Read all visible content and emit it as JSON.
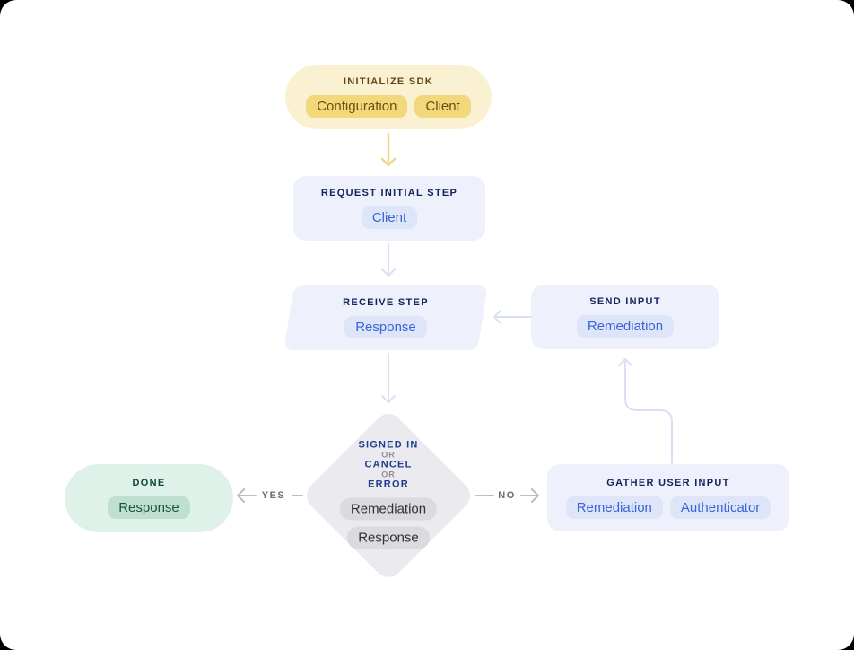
{
  "nodes": {
    "initialize_sdk": {
      "title": "INITIALIZE SDK",
      "badges": [
        "Configuration",
        "Client"
      ]
    },
    "request_initial_step": {
      "title": "REQUEST INITIAL STEP",
      "badges": [
        "Client"
      ]
    },
    "receive_step": {
      "title": "RECEIVE STEP",
      "badges": [
        "Response"
      ]
    },
    "send_input": {
      "title": "SEND INPUT",
      "badges": [
        "Remediation"
      ]
    },
    "decision": {
      "title_lines": [
        "SIGNED IN",
        "OR",
        "CANCEL",
        "OR",
        "ERROR"
      ],
      "badges": [
        "Remediation",
        "Response"
      ]
    },
    "done": {
      "title": "DONE",
      "badges": [
        "Response"
      ]
    },
    "gather_user_input": {
      "title": "GATHER USER INPUT",
      "badges": [
        "Remediation",
        "Authenticator"
      ]
    }
  },
  "edges": [
    {
      "from": "initialize_sdk",
      "to": "request_initial_step",
      "label": ""
    },
    {
      "from": "request_initial_step",
      "to": "receive_step",
      "label": ""
    },
    {
      "from": "receive_step",
      "to": "decision",
      "label": ""
    },
    {
      "from": "decision",
      "to": "done",
      "label": "YES"
    },
    {
      "from": "decision",
      "to": "gather_user_input",
      "label": "NO"
    },
    {
      "from": "gather_user_input",
      "to": "send_input",
      "label": ""
    },
    {
      "from": "send_input",
      "to": "receive_step",
      "label": ""
    }
  ],
  "colors": {
    "surface": "#FFFFFF",
    "yellow_bg": "#FAF1D3",
    "yellow_badge_bg": "#F3D77B",
    "yellow_badge_text": "#66500F",
    "yellow_title": "#5E4A12",
    "yellow_arrow": "#F0D88B",
    "lav_bg": "#EEF1FB",
    "lav_badge_bg": "#DEE5F8",
    "blue_badge_text": "#3565D9",
    "navy_title": "#13235B",
    "lav_arrow": "#D9E0F6",
    "gray_bg": "#EBEBEF",
    "gray_badge_bg": "#DBDBDF",
    "gray_badge_text": "#2F3038",
    "diamond_title": "#1D3E90",
    "or_text": "#8F9096",
    "green_bg": "#DFF2E9",
    "green_badge_bg": "#BFE0CF",
    "green_badge_text": "#14553F",
    "green_title": "#0C4A38",
    "gray_arrow": "#BCBDC4",
    "edge_label_text": "#6A6C75"
  }
}
